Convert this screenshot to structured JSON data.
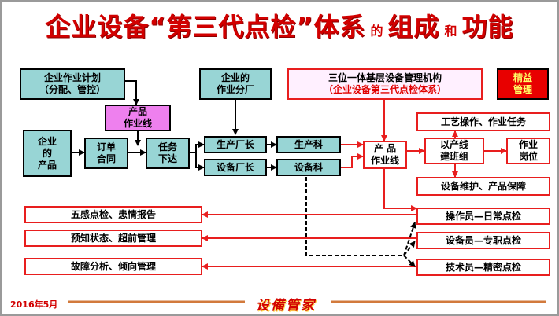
{
  "title": {
    "part1": "企业设备“第三代点检”体系",
    "conj1": "的",
    "part2": "组成",
    "conj2": "和",
    "part3": "功能"
  },
  "boxes": {
    "plan_l1": "企业作业计划",
    "plan_l2": "（分配、管控）",
    "product_line_top_l1": "产品",
    "product_line_top_l2": "作业线",
    "branch_l1": "企业的",
    "branch_l2": "作业分厂",
    "org_l1": "三位一体基层设备管理机构",
    "org_l2": "（企业设备第三代点检体系）",
    "lean_l1": "精益",
    "lean_l2": "管理",
    "products_l1": "企业",
    "products_l2": "的",
    "products_l3": "产品",
    "order_l1": "订单",
    "order_l2": "合同",
    "task_l1": "任务",
    "task_l2": "下达",
    "prod_manager": "生产厂长",
    "equip_manager": "设备厂长",
    "prod_dept": "生产科",
    "equip_dept": "设备科",
    "line_center_l1": "产 品",
    "line_center_l2": "作业线",
    "team_l1": "以产线",
    "team_l2": "建班组",
    "post_l1": "作业",
    "post_l2": "岗位",
    "process_ops": "工艺操作、作业任务",
    "maint": "设备维护、产品保障",
    "sense": "五感点检、患情报告",
    "predict": "预知状态、超前管理",
    "fault": "故障分析、倾向管理",
    "operator": "操作员—日常点检",
    "equip_staff": "设备员—专职点检",
    "tech_staff": "技术员—精密点检"
  },
  "footer": {
    "date": "2016年5月",
    "logo": "设備管家"
  },
  "colors": {
    "title_red": "#d20000",
    "teal": "#98d5d5",
    "magenta": "#ee80ee",
    "accent_red": "#e81e1e"
  }
}
